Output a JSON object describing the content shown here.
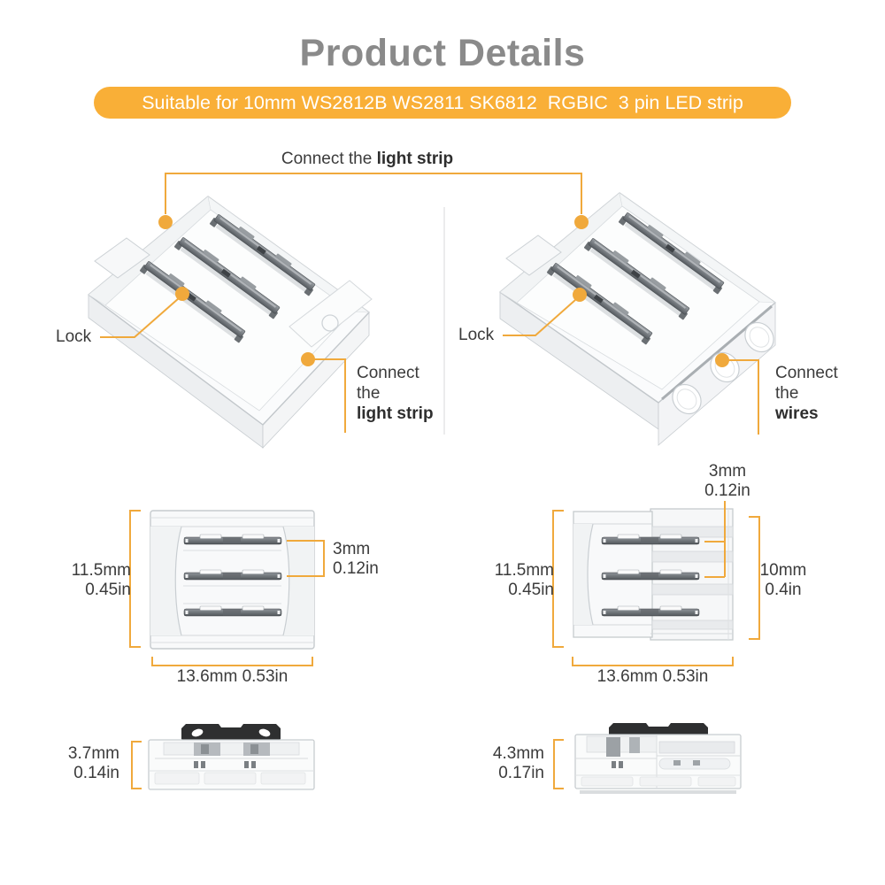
{
  "colors": {
    "accent": "#F0A93C",
    "banner_bg": "#F9AF37",
    "banner_text": "#FFFFFF",
    "title_gray": "#8A8A8A",
    "text_dark": "#3B3B3B"
  },
  "header": {
    "title": "Product Details"
  },
  "banner": {
    "text": "Suitable for 10mm WS2812B WS2811 SK6812  RGBIC  3 pin LED strip"
  },
  "annotations": {
    "connect_strip_top": {
      "prefix": "Connect the ",
      "bold": "light strip"
    },
    "left_connector": {
      "lock": "Lock",
      "connect_line1": "Connect",
      "connect_line2": "the",
      "connect_line3": "light strip"
    },
    "right_connector": {
      "lock": "Lock",
      "connect_line1": "Connect",
      "connect_line2": "the",
      "connect_line3": "wires"
    }
  },
  "dimensions": {
    "left_top": {
      "height_mm": "11.5mm",
      "height_in": "0.45in",
      "pitch_mm": "3mm",
      "pitch_in": "0.12in",
      "width": "13.6mm 0.53in"
    },
    "left_side": {
      "height_mm": "3.7mm",
      "height_in": "0.14in"
    },
    "right_top": {
      "height_mm": "11.5mm",
      "height_in": "0.45in",
      "pitch_mm": "3mm",
      "pitch_in": "0.12in",
      "depth_mm": "10mm",
      "depth_in": "0.4in",
      "width": "13.6mm 0.53in"
    },
    "right_side": {
      "height_mm": "4.3mm",
      "height_in": "0.17in"
    }
  }
}
